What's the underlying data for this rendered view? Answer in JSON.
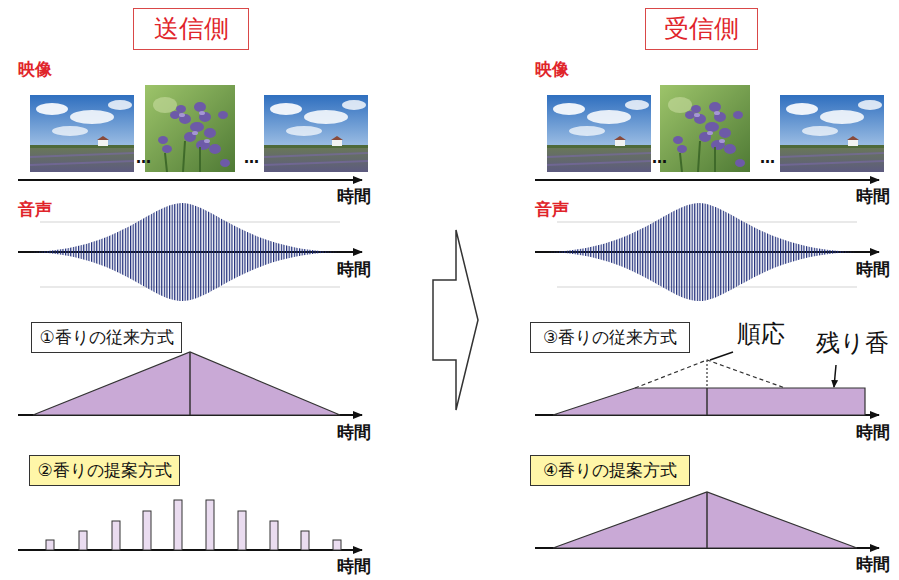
{
  "diagram": {
    "nodes": [
      {
        "text": [
          "送信側"
        ]
      },
      {
        "text": [
          "①香りの従来方式"
        ]
      },
      {
        "text": [
          "②香りの提案方式"
        ]
      },
      {
        "text": [
          "受信側"
        ]
      },
      {
        "text": [
          "③香りの従来方式"
        ]
      },
      {
        "text": [
          "④香りの提案方式"
        ]
      }
    ],
    "labels": [
      "映像",
      "…",
      "…",
      "時間",
      "音声",
      "時間",
      "時間",
      "時間",
      "映像",
      "…",
      "…",
      "時間",
      "音声",
      "時間",
      "順応",
      "残り香",
      "時間",
      "時間"
    ]
  }
}
